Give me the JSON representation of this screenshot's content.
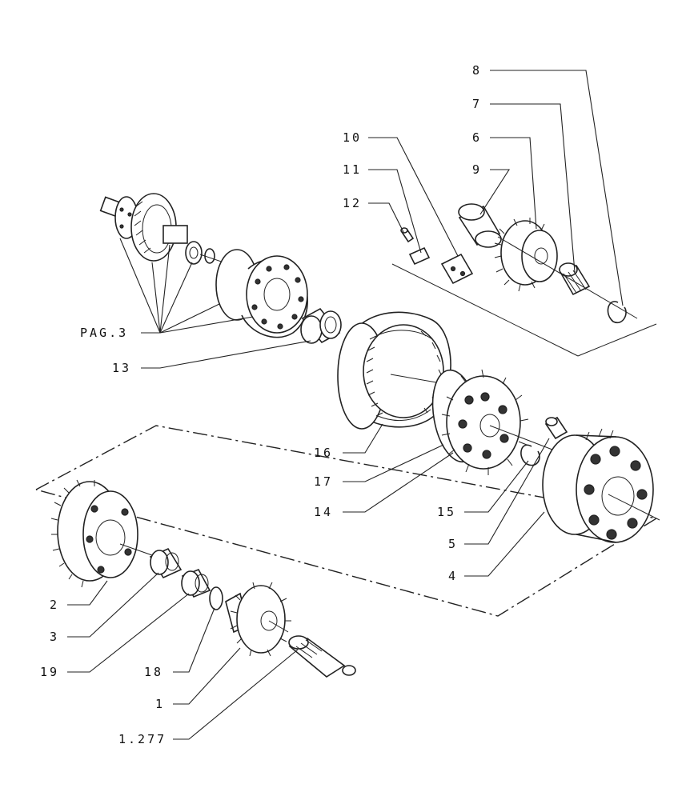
{
  "diagram": {
    "type": "exploded-parts-view",
    "callouts": [
      {
        "id": "c8",
        "label": "8"
      },
      {
        "id": "c7",
        "label": "7"
      },
      {
        "id": "c6",
        "label": "6"
      },
      {
        "id": "c10",
        "label": "10"
      },
      {
        "id": "c9",
        "label": "9"
      },
      {
        "id": "c11",
        "label": "11"
      },
      {
        "id": "c12",
        "label": "12"
      },
      {
        "id": "cpag",
        "label": "PAG.3"
      },
      {
        "id": "c13",
        "label": "13"
      },
      {
        "id": "c16",
        "label": "16"
      },
      {
        "id": "c17",
        "label": "17"
      },
      {
        "id": "c14",
        "label": "14"
      },
      {
        "id": "c15",
        "label": "15"
      },
      {
        "id": "c5",
        "label": "5"
      },
      {
        "id": "c4",
        "label": "4"
      },
      {
        "id": "c2",
        "label": "2"
      },
      {
        "id": "c3",
        "label": "3"
      },
      {
        "id": "c19",
        "label": "19"
      },
      {
        "id": "c18",
        "label": "18"
      },
      {
        "id": "c1",
        "label": "1"
      },
      {
        "id": "c1277",
        "label": "1.277"
      }
    ]
  }
}
